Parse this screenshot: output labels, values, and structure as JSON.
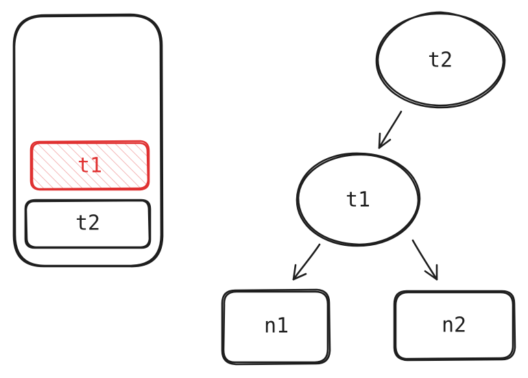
{
  "stack": {
    "items": [
      {
        "label": "t1",
        "highlighted": true,
        "color": "#e03131"
      },
      {
        "label": "t2",
        "highlighted": false,
        "color": "#1e1e1e"
      }
    ]
  },
  "tree": {
    "root": {
      "label": "t2",
      "shape": "ellipse"
    },
    "middle": {
      "label": "t1",
      "shape": "ellipse"
    },
    "leaves": [
      {
        "label": "n1",
        "shape": "rounded-rectangle"
      },
      {
        "label": "n2",
        "shape": "rounded-rectangle"
      }
    ],
    "edges": [
      {
        "from": "t2",
        "to": "t1"
      },
      {
        "from": "t1",
        "to": "n1"
      },
      {
        "from": "t1",
        "to": "n2"
      }
    ]
  },
  "colors": {
    "stroke": "#1e1e1e",
    "highlight": "#e03131",
    "hatch": "#f4b6b6",
    "background": "#ffffff"
  }
}
